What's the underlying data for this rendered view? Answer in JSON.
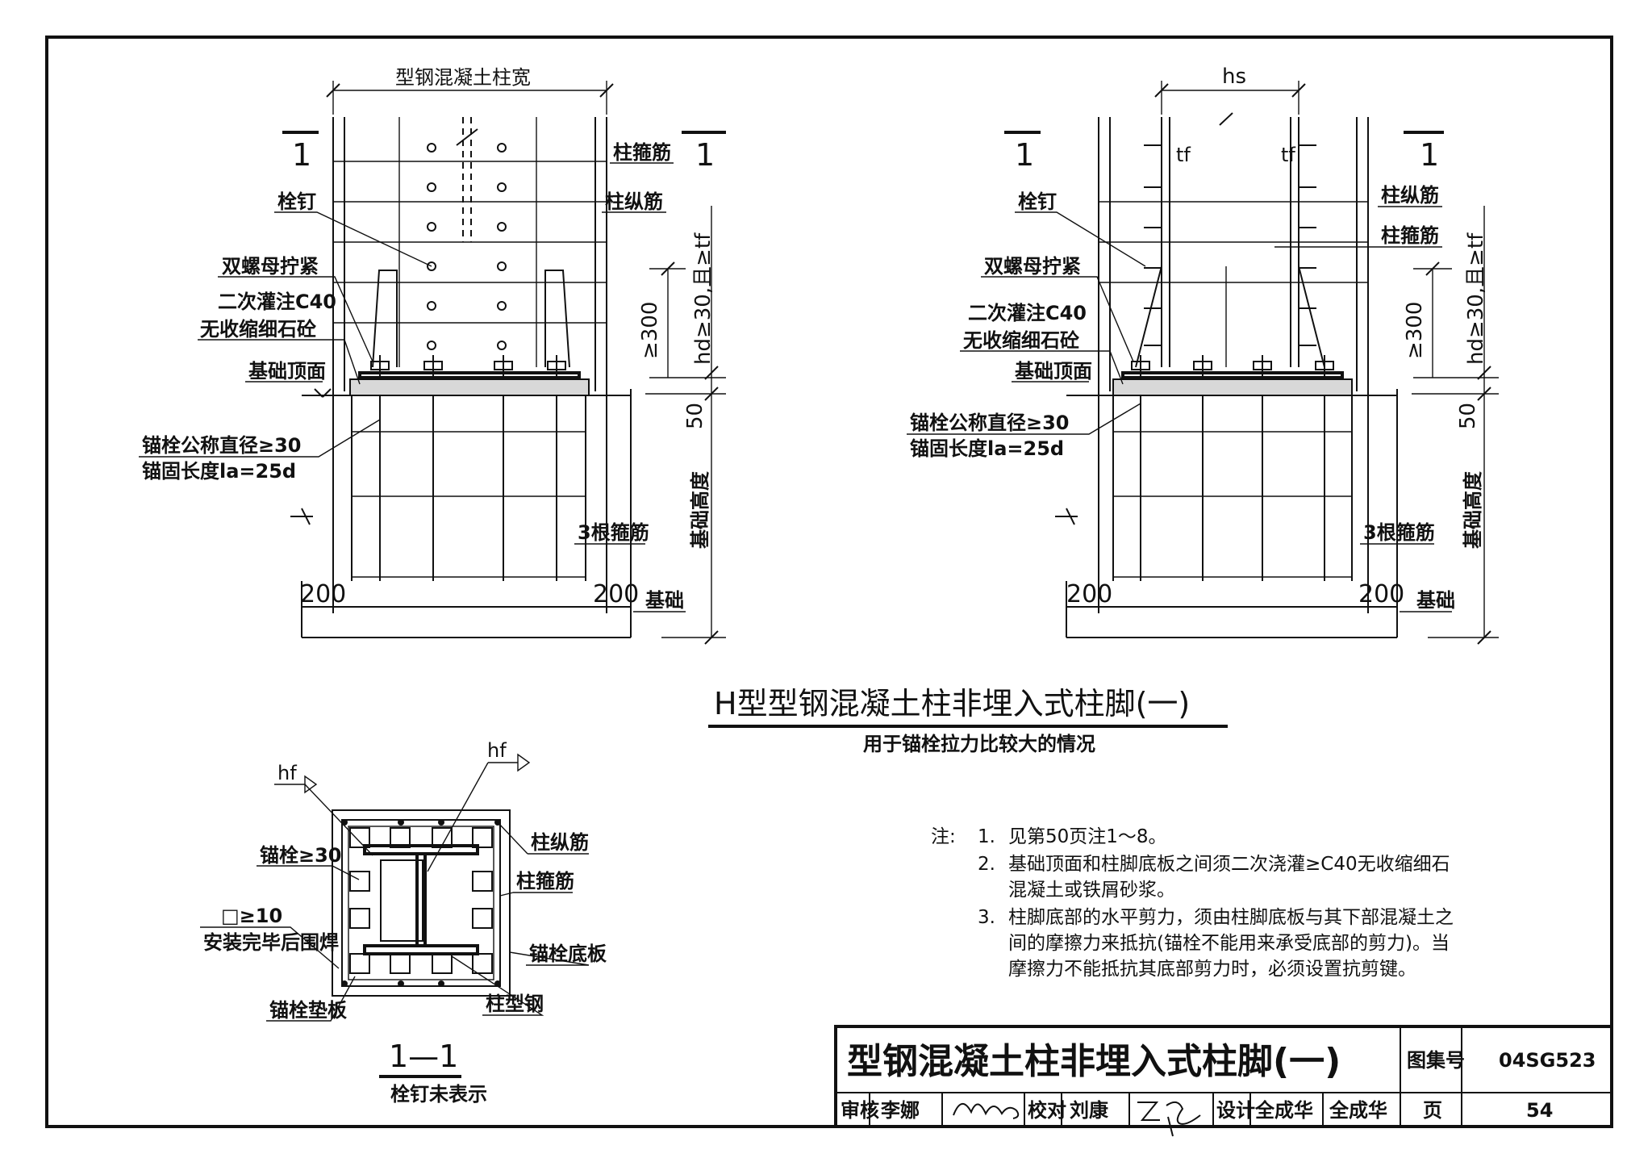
{
  "left_elevation": {
    "section_mark": "1",
    "label_width": "型钢混凝土柱宽",
    "label_column_stirrup": "柱箍筋",
    "label_column_longitudinal": "柱纵筋",
    "label_stud": "栓钉",
    "label_double_nut": "双螺母拧紧",
    "label_grout_1": "二次灌注C40",
    "label_grout_2": "无收缩细石砼",
    "label_foundation_top": "基础顶面",
    "label_anchor_dia": "锚栓公称直径≥30",
    "label_anchor_len": "锚固长度la=25d",
    "label_stirrups_3": "3根箍筋",
    "label_foundation": "基础",
    "dim_300": "≥300",
    "dim_hd": "hd≥30,且≥tf",
    "dim_50": "50",
    "dim_found_height": "基础高度",
    "dim_200_left": "200",
    "dim_200_right": "200"
  },
  "right_elevation": {
    "section_mark": "1",
    "label_hs": "hs",
    "label_tf": "tf",
    "label_column_longitudinal": "柱纵筋",
    "label_column_stirrup": "柱箍筋",
    "label_stud": "栓钉",
    "label_double_nut": "双螺母拧紧",
    "label_grout_1": "二次灌注C40",
    "label_grout_2": "无收缩细石砼",
    "label_foundation_top": "基础顶面",
    "label_anchor_dia": "锚栓公称直径≥30",
    "label_anchor_len": "锚固长度la=25d",
    "label_stirrups_3": "3根箍筋",
    "label_foundation": "基础",
    "dim_300": "≥300",
    "dim_hd": "hd≥30,且≥tf",
    "dim_50": "50",
    "dim_found_height": "基础高度",
    "dim_200_left": "200",
    "dim_200_right": "200"
  },
  "main_caption": {
    "title": "H型型钢混凝土柱非埋入式柱脚(一)",
    "subtitle": "用于锚栓拉力比较大的情况"
  },
  "section_view": {
    "label_hf": "hf",
    "label_anchor": "锚栓≥30",
    "label_weld_size": "□≥10",
    "label_weld_note": "安装完毕后围焊",
    "label_anchor_washer": "锚栓垫板",
    "label_column_longitudinal": "柱纵筋",
    "label_column_stirrup": "柱箍筋",
    "label_base_plate": "锚栓底板",
    "label_steel": "柱型钢",
    "section_title": "1—1",
    "section_note": "栓钉未表示"
  },
  "notes": {
    "prefix": "注:",
    "items": [
      {
        "num": "1.",
        "lines": [
          "见第50页注1～8。"
        ]
      },
      {
        "num": "2.",
        "lines": [
          "基础顶面和柱脚底板之间须二次浇灌≥C40无收缩细石",
          "混凝土或铁屑砂浆。"
        ]
      },
      {
        "num": "3.",
        "lines": [
          "柱脚底部的水平剪力，须由柱脚底板与其下部混凝土之",
          "间的摩擦力来抵抗(锚栓不能用来承受底部的剪力)。当",
          "摩擦力不能抵抗其底部剪力时，必须设置抗剪键。"
        ]
      }
    ]
  },
  "title_block": {
    "title": "型钢混凝土柱非埋入式柱脚(一)",
    "atlas_label": "图集号",
    "atlas_no": "04SG523",
    "review_label": "审核",
    "reviewer": "李娜",
    "check_label": "校对",
    "checker": "刘康",
    "design_label": "设计",
    "designer": "全成华",
    "page_label": "页",
    "page_no": "54"
  }
}
